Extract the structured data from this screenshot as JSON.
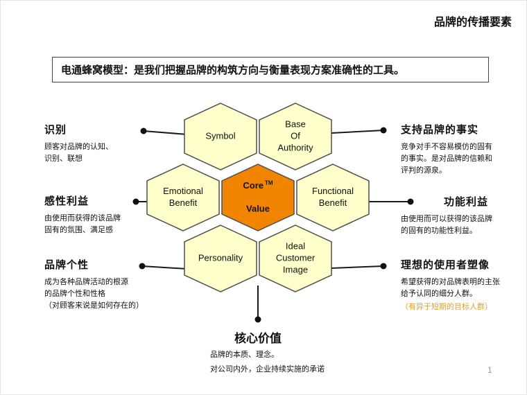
{
  "page": {
    "title": "品牌的传播要素",
    "banner": "电通蜂窝模型：是我们把握品牌的构筑方向与衡量表现方案准确性的工具。",
    "page_number": "1"
  },
  "colors": {
    "cell_fill": "#FFFFCC",
    "core_fill": "#F28500",
    "stroke": "#4d4d4d",
    "note_text": "#E0A030"
  },
  "hexagons": {
    "symbol": {
      "label": "Symbol"
    },
    "base_of_authority": {
      "label": "Base\nOf\nAuthority"
    },
    "emotional_benefit": {
      "label": "Emotional\nBenefit"
    },
    "core_value": {
      "line1": "Core",
      "tm": "TM",
      "line2": "Value"
    },
    "functional_benefit": {
      "label": "Functional\nBenefit"
    },
    "personality": {
      "label": "Personality"
    },
    "ideal_customer_image": {
      "label": "Ideal\nCustomer\nImage"
    }
  },
  "annotations": {
    "identity": {
      "heading": "识别",
      "desc": "顾客对品牌的认知、\n识别、联想"
    },
    "emotional": {
      "heading": "感性利益",
      "desc": "由使用而获得的该品牌\n固有的氛围、满足感"
    },
    "personality": {
      "heading": "品牌个性",
      "desc": "成为各种品牌活动的根源\n的品牌个性和性格\n（对顾客来说是如何存在的）"
    },
    "facts": {
      "heading": "支持品牌的事实",
      "desc": "竞争对手不容易模仿的固有\n的事实。是对品牌的信赖和\n评判的源泉。"
    },
    "functional": {
      "heading": "功能利益",
      "desc": "由使用而可以获得的该品牌\n的固有的功能性利益。"
    },
    "ideal_user": {
      "heading": "理想的使用者塑像",
      "desc": "希望获得的对品牌表明的主张\n给予认同的细分人群。",
      "note": "（有异于短期的目标人群）"
    },
    "core": {
      "heading": "核心价值",
      "desc": "品牌的本质、理念。\n对公司内外，企业持续实施的承诺"
    }
  }
}
